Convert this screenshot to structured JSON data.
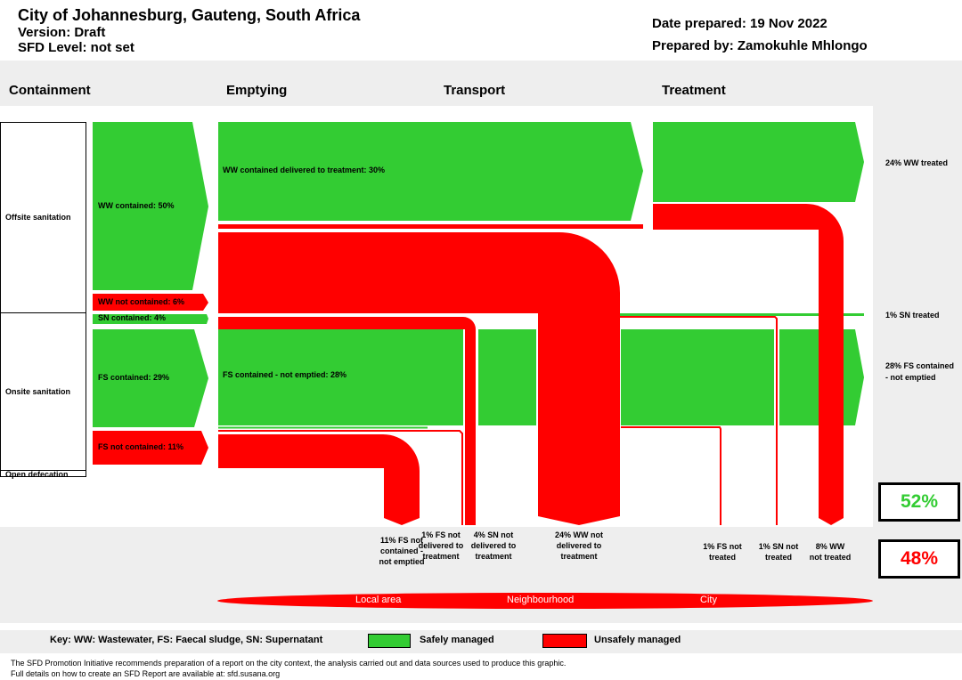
{
  "header": {
    "city": "City of Johannesburg, Gauteng, South Africa",
    "version": "Version: Draft",
    "sfd_level": "SFD Level: not set",
    "date": "Date prepared: 19 Nov 2022",
    "prepared_by": "Prepared by: Zamokuhle Mhlongo"
  },
  "stages": [
    "Containment",
    "Emptying",
    "Transport",
    "Treatment"
  ],
  "systems": [
    "Offsite sanitation",
    "Onsite sanitation",
    "Open defecation"
  ],
  "flow_labels": {
    "ww_contained": "WW contained: 50%",
    "ww_not_contained": "WW not contained: 6%",
    "sn_contained": "SN contained: 4%",
    "fs_contained": "FS contained: 29%",
    "fs_not_contained": "FS not contained: 11%",
    "ww_delivered": "WW contained delivered to treatment: 30%",
    "fs_not_emptied": "FS contained - not emptied: 28%"
  },
  "results": {
    "ww_treated": "24% WW treated",
    "sn_treated": "1% SN treated",
    "fs_not_emptied": "28% FS contained - not emptied",
    "safe_pct": "52%",
    "unsafe_pct": "48%"
  },
  "losses": [
    "11% FS not contained - not emptied",
    "1% FS not delivered to treatment",
    "4% SN not delivered to treatment",
    "24% WW not delivered to treatment",
    "1% FS not treated",
    "1% SN not treated",
    "8% WW not treated"
  ],
  "areas": [
    "Local area",
    "Neighbourhood",
    "City"
  ],
  "key": {
    "text": "Key: WW: Wastewater, FS: Faecal sludge, SN: Supernatant",
    "safe": "Safely managed",
    "unsafe": "Unsafely managed"
  },
  "footer": [
    "The SFD Promotion Initiative recommends preparation of a report on the city context, the analysis carried out and data sources used to produce this graphic.",
    "Full details on how to create an SFD Report are available at: sfd.susana.org"
  ],
  "colors": {
    "safe": "#33cc33",
    "unsafe": "#ff0000",
    "panel": "#eeeeee"
  }
}
